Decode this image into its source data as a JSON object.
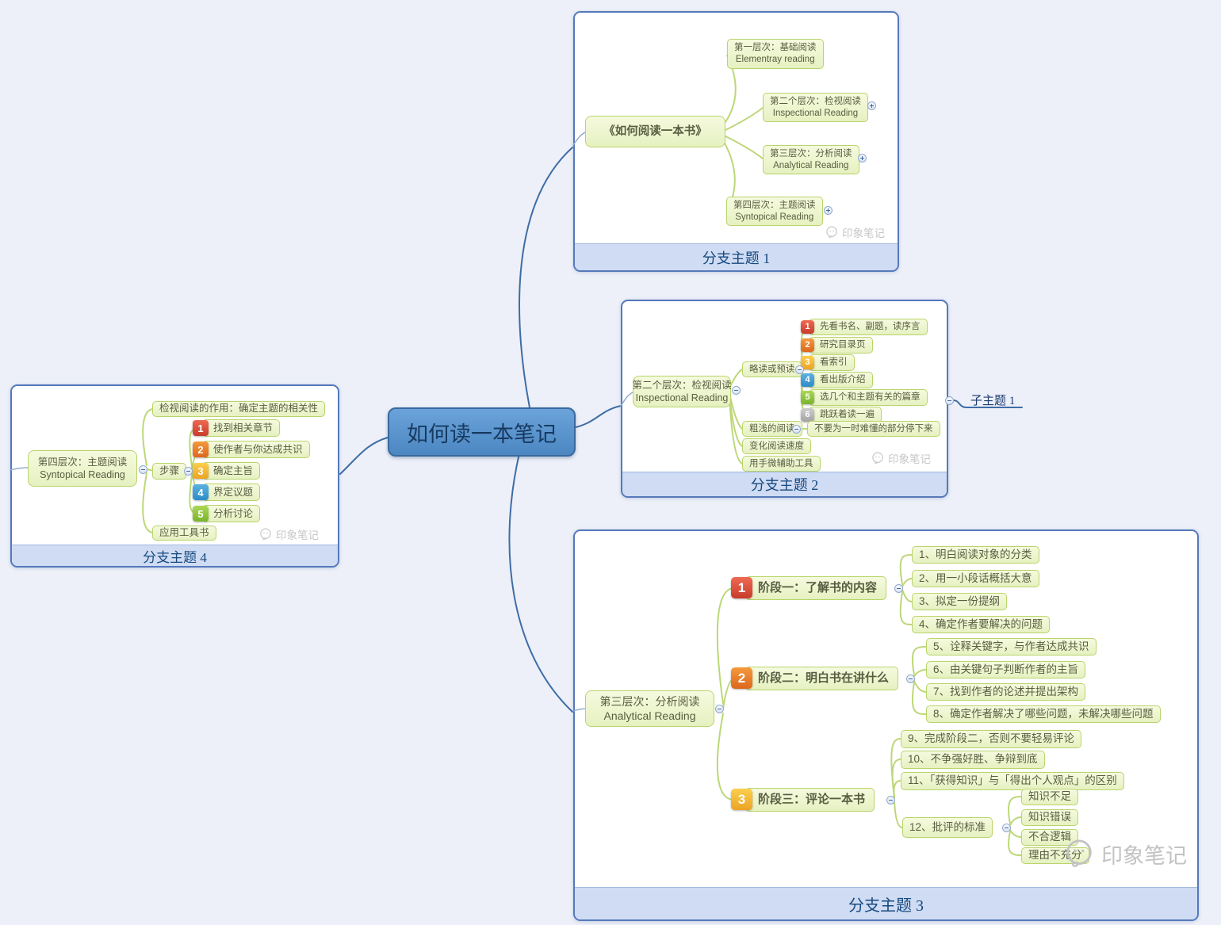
{
  "watermark": {
    "brand": "印象笔记"
  },
  "central": {
    "label": "如何读一本笔记"
  },
  "floating": {
    "subtopic": "子主题 1"
  },
  "panel1": {
    "footer": "分支主题 1",
    "root": "《如何阅读一本书》",
    "children": [
      {
        "zh": "第一层次：基础阅读",
        "en": "Elementray reading"
      },
      {
        "zh": "第二个层次：检视阅读",
        "en": "Inspectional Reading"
      },
      {
        "zh": "第三层次：分析阅读",
        "en": "Analytical Reading"
      },
      {
        "zh": "第四层次：主题阅读",
        "en": "Syntopical Reading"
      }
    ]
  },
  "panel2": {
    "footer": "分支主题 2",
    "root": {
      "zh": "第二个层次：检视阅读",
      "en": "Inspectional Reading"
    },
    "skim": {
      "label": "略读或预读",
      "steps": [
        {
          "num": "1",
          "label": "先看书名、副题，读序言"
        },
        {
          "num": "2",
          "label": "研究目录页"
        },
        {
          "num": "3",
          "label": "看索引"
        },
        {
          "num": "4",
          "label": "看出版介绍"
        },
        {
          "num": "5",
          "label": "选几个和主题有关的篇章"
        },
        {
          "num": "6",
          "label": "跳跃着读一遍"
        }
      ]
    },
    "shallow": {
      "label": "粗浅的阅读",
      "note": "不要为一时难懂的部分停下来"
    },
    "speed": "变化阅读速度",
    "hand": "用手微辅助工具"
  },
  "panel3": {
    "footer": "分支主题 3",
    "root": {
      "zh": "第三层次：分析阅读",
      "en": "Analytical Reading"
    },
    "stage1": {
      "num": "1",
      "label": "阶段一：了解书的内容",
      "items": [
        "1、明白阅读对象的分类",
        "2、用一小段话概括大意",
        "3、拟定一份提纲",
        "4、确定作者要解决的问题"
      ]
    },
    "stage2": {
      "num": "2",
      "label": "阶段二：明白书在讲什么",
      "items": [
        "5、诠释关键字，与作者达成共识",
        "6、由关键句子判断作者的主旨",
        "7、找到作者的论述并提出架构",
        "8、确定作者解决了哪些问题，未解决哪些问题"
      ]
    },
    "stage3": {
      "num": "3",
      "label": "阶段三：评论一本书",
      "items": [
        "9、完成阶段二，否则不要轻易评论",
        "10、不争强好胜、争辩到底",
        "11、「获得知识」与「得出个人观点」的区别"
      ],
      "criteria": {
        "label": "12、批评的标准",
        "items": [
          "知识不足",
          "知识错误",
          "不合逻辑",
          "理由不充分"
        ]
      }
    }
  },
  "panel4": {
    "footer": "分支主题 4",
    "root": {
      "zh": "第四层次：主题阅读",
      "en": "Syntopical Reading"
    },
    "effect": "检视阅读的作用：确定主题的相关性",
    "steps": {
      "label": "步骤",
      "items": [
        {
          "num": "1",
          "label": "找到相关章节"
        },
        {
          "num": "2",
          "label": "使作者与你达成共识"
        },
        {
          "num": "3",
          "label": "确定主旨"
        },
        {
          "num": "4",
          "label": "界定议题"
        },
        {
          "num": "5",
          "label": "分析讨论"
        }
      ]
    },
    "tool": "应用工具书"
  },
  "colors": {
    "badge_red": "#d84a38",
    "badge_orange": "#ea7d2c",
    "badge_amber": "#f2b32e",
    "badge_blue": "#3f9fd8",
    "badge_green": "#8cc63f",
    "badge_gray": "#b7b7b7",
    "node_fill": "#edf6cf",
    "node_border": "#b9d46b",
    "central_fill": "#5795cd",
    "panel_border": "#5579bb",
    "panel_footer_bg": "#cfdcf3",
    "wire_blue": "#3e6da6",
    "wire_green": "#bdd778"
  }
}
